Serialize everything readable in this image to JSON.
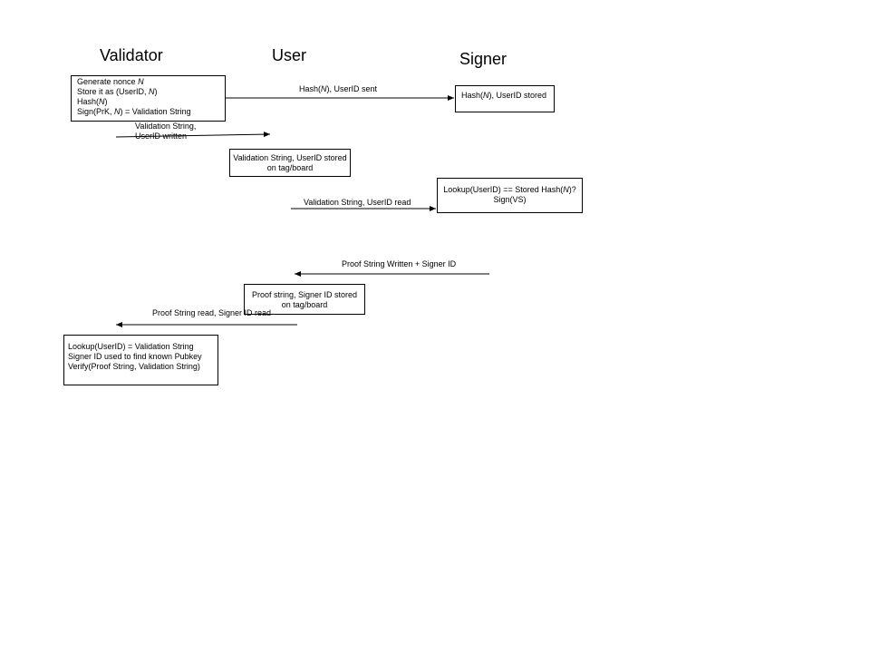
{
  "lanes": {
    "validator": "Validator",
    "user": "User",
    "signer": "Signer"
  },
  "boxes": {
    "validator_init": {
      "lines": [
        [
          "Generate nonce ",
          {
            "i": "N"
          }
        ],
        [
          "Store it as (UserID, ",
          {
            "i": "N"
          },
          ")"
        ],
        [
          "Hash(",
          {
            "i": "N"
          },
          ")"
        ],
        [
          "Sign(PrK, ",
          {
            "i": "N"
          },
          ") = Validation String"
        ]
      ]
    },
    "signer_stored": {
      "lines": [
        [
          "Hash(",
          {
            "i": "N"
          },
          "), UserID stored"
        ]
      ]
    },
    "user_vs_stored": {
      "lines": [
        [
          "Validation String, UserID stored"
        ],
        [
          "on tag/board"
        ]
      ]
    },
    "signer_lookup": {
      "lines": [
        [
          "Lookup(UserID) == Stored Hash(",
          {
            "i": "N"
          },
          ")?"
        ],
        [
          "Sign(VS)"
        ]
      ]
    },
    "user_proof_stored": {
      "lines": [
        [
          "Proof string, Signer ID stored"
        ],
        [
          "on tag/board"
        ]
      ]
    },
    "validator_verify": {
      "lines": [
        [
          "Lookup(UserID) = Validation String"
        ],
        [
          "Signer ID used to find known Pubkey"
        ],
        [
          "Verify(Proof String, Validation String)"
        ]
      ]
    }
  },
  "arrow_labels": {
    "hash_sent": [
      [
        "Hash(",
        {
          "i": "N"
        },
        "), UserID sent"
      ]
    ],
    "vs_written": [
      [
        "Validation String,"
      ],
      [
        "UserID written"
      ]
    ],
    "vs_read": [
      [
        "Validation String, UserID read"
      ]
    ],
    "proof_written": [
      [
        "Proof String Written + Signer ID"
      ]
    ],
    "proof_read": [
      [
        "Proof String read, Signer ID read"
      ]
    ]
  }
}
